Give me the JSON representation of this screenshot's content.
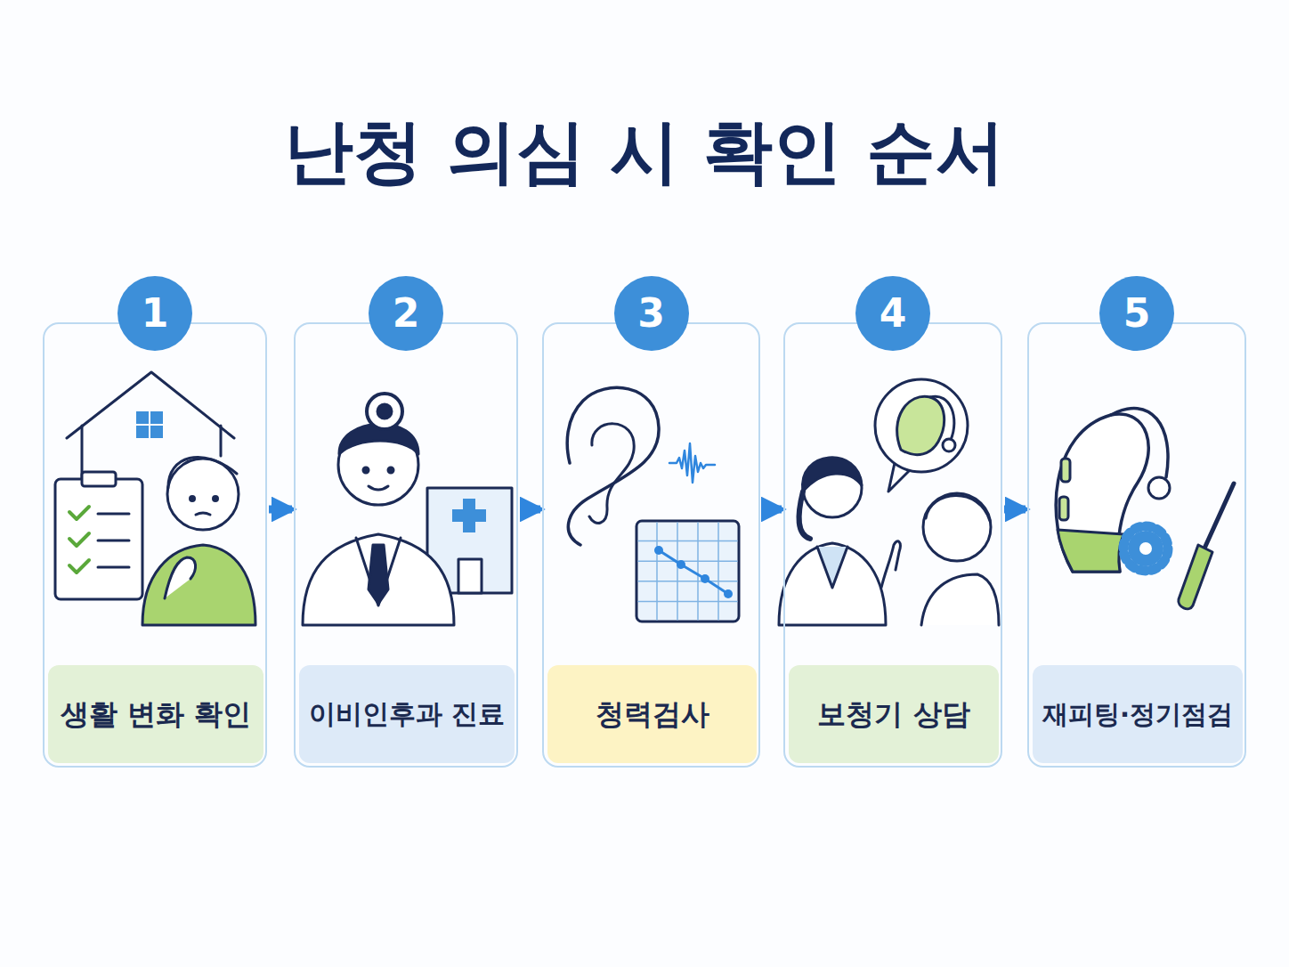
{
  "diagram": {
    "title": "난청 의심 시 확인 순서",
    "nodes": [
      {
        "text": [
          "1"
        ]
      },
      {
        "text": [
          "생활 변화 확인"
        ],
        "in": 0
      },
      {
        "text": [
          "2"
        ]
      },
      {
        "text": [
          "이비인후과 진료"
        ],
        "in": 2
      },
      {
        "text": [
          "3"
        ]
      },
      {
        "text": [
          "청력검사"
        ],
        "in": 4
      },
      {
        "text": [
          "4"
        ]
      },
      {
        "text": [
          "보청기 상담"
        ],
        "in": 6
      },
      {
        "text": [
          "5"
        ]
      },
      {
        "text": [
          "재피팅·정기점검"
        ],
        "in": 8
      }
    ],
    "edges": [
      {
        "from": 0,
        "to": 2,
        "arrow": "to"
      },
      {
        "from": 2,
        "to": 4,
        "arrow": "to"
      },
      {
        "from": 4,
        "to": 6,
        "arrow": "to"
      },
      {
        "from": 6,
        "to": 8,
        "arrow": "to"
      }
    ]
  }
}
